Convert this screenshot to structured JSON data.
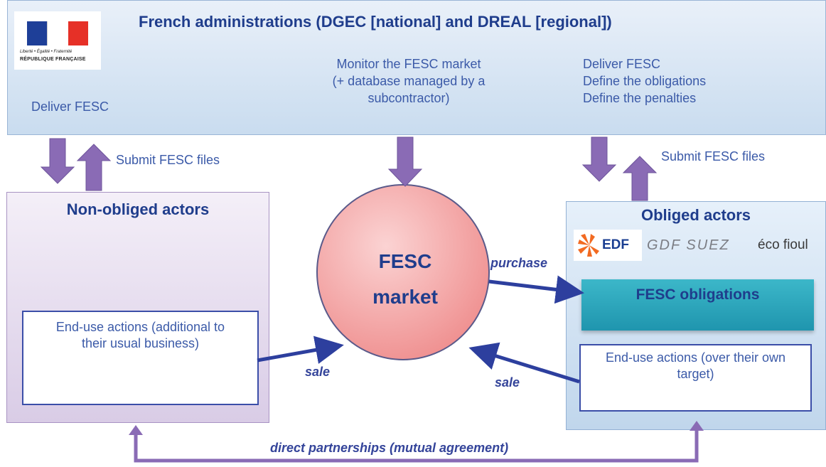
{
  "admin": {
    "title": "French administrations (DGEC [national] and DREAL [regional])",
    "logo": {
      "motto": "Liberté • Égalité • Fraternité",
      "name": "RÉPUBLIQUE FRANÇAISE"
    },
    "left_text": "Deliver FESC",
    "middle_text": [
      "Monitor the FESC market",
      "(+ database managed by a",
      "subcontractor)"
    ],
    "right_text": [
      "Deliver FESC",
      "Define the obligations",
      "Define the penalties"
    ]
  },
  "submit_left": "Submit FESC files",
  "submit_right": "Submit FESC files",
  "non_obliged": {
    "title": "Non-obliged actors",
    "actions_box": [
      "End-use actions (additional to",
      "their usual business)"
    ]
  },
  "market": {
    "label_line1": "FESC",
    "label_line2": "market"
  },
  "obliged": {
    "title": "Obliged actors",
    "logos": {
      "edf": "EDF",
      "gdf": "GDF SUEZ",
      "eco": "éco fioul"
    },
    "obligations_label": "FESC obligations",
    "actions_box": [
      "End-use actions (over their own",
      "target)"
    ]
  },
  "flows": {
    "purchase": "purchase",
    "sale_left": "sale",
    "sale_right": "sale",
    "partnership": "direct partnerships (mutual agreement)"
  },
  "colors": {
    "arrow_purple": "#8a6bb5",
    "arrow_navy": "#2d3f9e",
    "title_blue": "#1f3d8c",
    "text_blue": "#3b5aa8",
    "market_fill": "#f4a9a9"
  }
}
